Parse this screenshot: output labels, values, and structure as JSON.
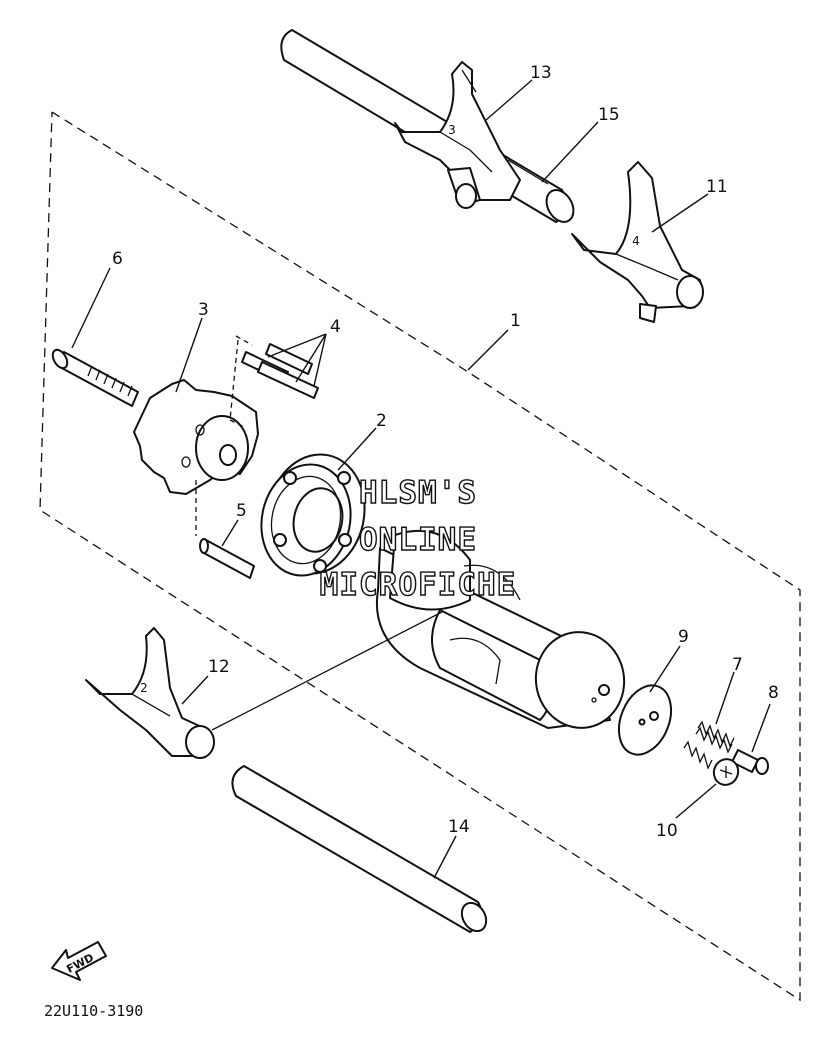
{
  "diagram": {
    "part_number": "22U110-3190",
    "fwd_label": "FWD",
    "watermark": [
      "HLSM'S",
      "ONLINE",
      "MICROFICHE"
    ],
    "callouts": [
      "1",
      "2",
      "3",
      "4",
      "5",
      "6",
      "7",
      "8",
      "9",
      "10",
      "11",
      "12",
      "13",
      "14",
      "15"
    ],
    "fork_marks": {
      "fork_13": "3",
      "fork_11": "4",
      "fork_12": "2"
    }
  }
}
